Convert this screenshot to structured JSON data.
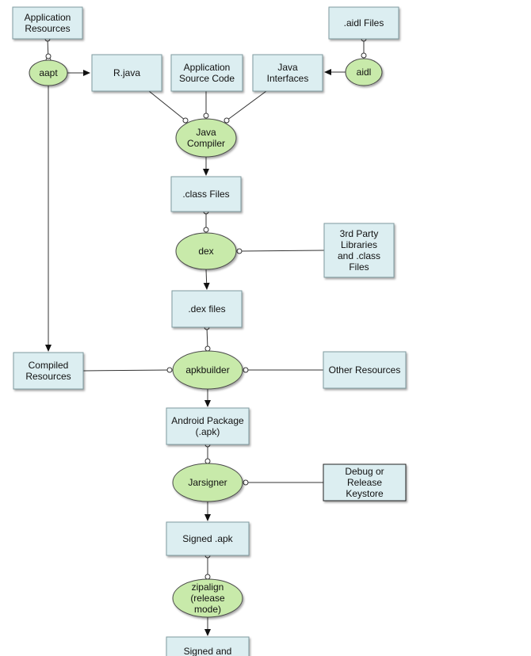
{
  "colors": {
    "artifact_fill": "#dceef1",
    "artifact_border": "#7e9a9f",
    "process_fill": "#c8eaaa",
    "process_border": "#4a4a4a",
    "edge": "#333333"
  },
  "nodes": {
    "app_resources": [
      "Application",
      "Resources"
    ],
    "aidl_files": [
      ".aidl Files"
    ],
    "aapt": [
      "aapt"
    ],
    "rjava": [
      "R.java"
    ],
    "app_source": [
      "Application",
      "Source Code"
    ],
    "java_interfaces": [
      "Java",
      "Interfaces"
    ],
    "aidl": [
      "aidl"
    ],
    "java_compiler": [
      "Java",
      "Compiler"
    ],
    "class_files": [
      ".class Files"
    ],
    "dex": [
      "dex"
    ],
    "third_party": [
      "3rd Party",
      "Libraries",
      "and .class",
      "Files"
    ],
    "dex_files": [
      ".dex files"
    ],
    "compiled_resources": [
      "Compiled",
      "Resources"
    ],
    "apkbuilder": [
      "apkbuilder"
    ],
    "other_resources": [
      "Other Resources"
    ],
    "android_package": [
      "Android Package",
      "(.apk)"
    ],
    "jarsigner": [
      "Jarsigner"
    ],
    "keystore": [
      "Debug or",
      "Release",
      "Keystore"
    ],
    "signed_apk": [
      "Signed .apk"
    ],
    "zipalign": [
      "zipalign",
      "(release",
      "mode)"
    ],
    "signed_aligned": [
      "Signed and"
    ]
  }
}
